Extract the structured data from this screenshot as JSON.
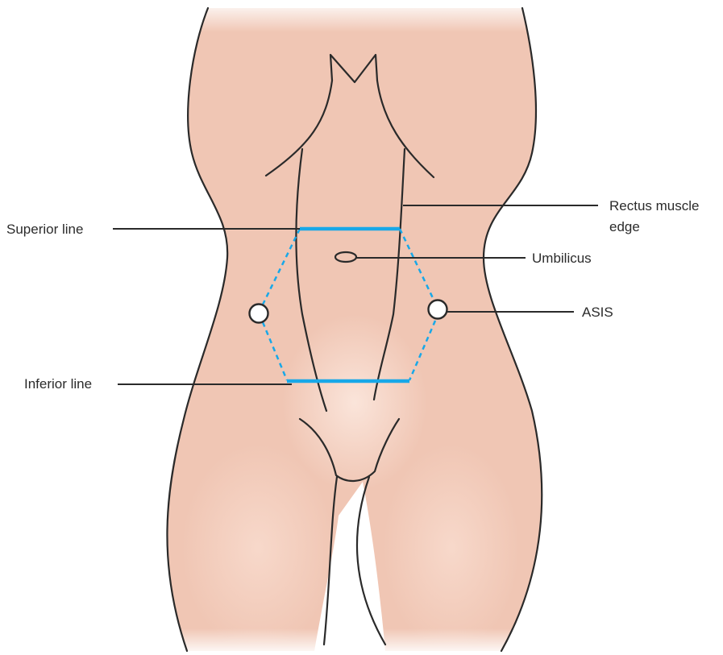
{
  "labels": {
    "superior_line": "Superior line",
    "inferior_line": "Inferior line",
    "rectus_edge_line1": "Rectus muscle",
    "rectus_edge_line2": "edge",
    "umbilicus": "Umbilicus",
    "asis": "ASIS"
  },
  "colors": {
    "skin": "#f0c6b4",
    "skin_highlight": "#f8e0d6",
    "outline": "#2a2a2a",
    "marking_blue": "#18a8e8",
    "background": "#ffffff"
  }
}
